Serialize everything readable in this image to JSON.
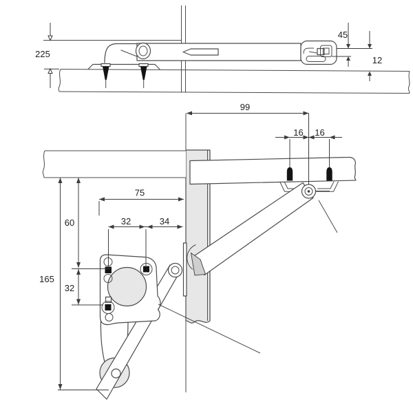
{
  "title": "Folding shelf bracket technical drawing, folded top view and mounted side view",
  "colors": {
    "bg": "#ffffff",
    "line": "#4a4a4a",
    "dim": "#3c3c3c",
    "panel_fill": "#e7e7e7",
    "dark_fill": "#cfcfcf",
    "screw_fill": "#141414"
  },
  "dimensions": {
    "folded_height": "225",
    "latch_offset": "45",
    "folded_gap": "12",
    "arm_reach": "99",
    "screw_pitch_left": "16",
    "screw_pitch_right": "16",
    "plate_to_wall": "75",
    "hole_span": "32",
    "hole_to_wall": "34",
    "shelf_to_holes": "60",
    "overall_drop": "165",
    "hole_row_gap": "32"
  }
}
